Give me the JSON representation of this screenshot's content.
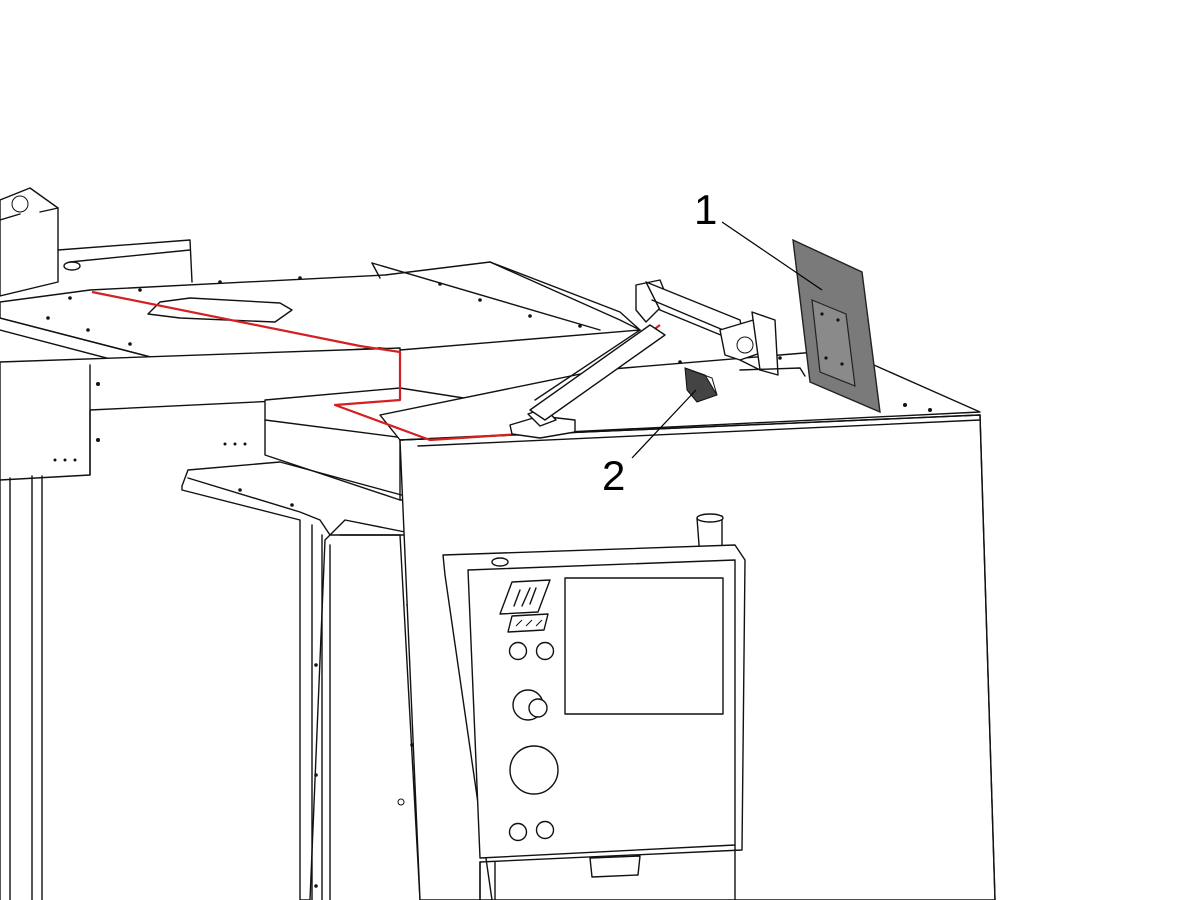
{
  "callouts": [
    {
      "id": "1",
      "label": "1"
    },
    {
      "id": "2",
      "label": "2"
    }
  ],
  "colors": {
    "line": "#111111",
    "cable": "#d42020",
    "monitor": "#7a7a7a",
    "bracket": "#555555"
  },
  "icons": {
    "brand_logo": "haas-logo"
  }
}
